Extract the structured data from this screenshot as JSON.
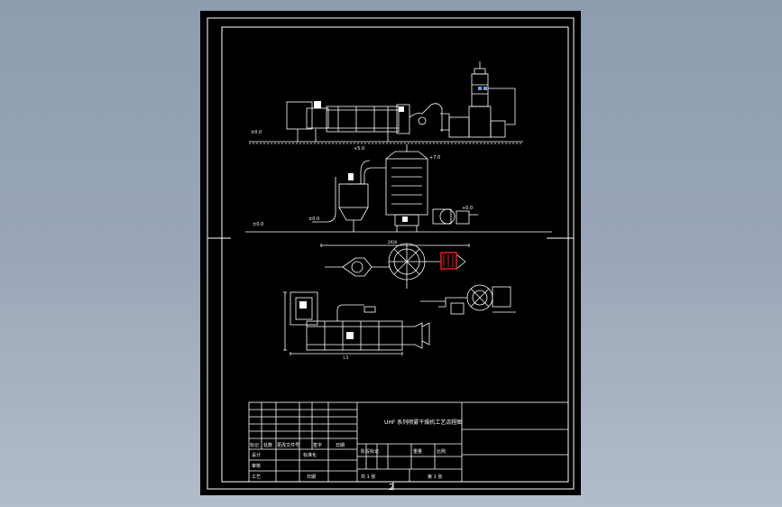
{
  "sheet": {
    "background": "#000000",
    "line_color": "#ffffff",
    "highlight_color": "#e01818",
    "page_number": "2"
  },
  "levels": {
    "left_top": "±0.0",
    "mid_left": "+5.0",
    "mid_right": "+7.0",
    "bottom_left": "±0.0",
    "bottom_mid": "±0.0",
    "right_small": "+0.0"
  },
  "dims": {
    "plan_width": "2930",
    "elev_overall": "1.5"
  },
  "title_block": {
    "drawing_title": "UHF 系列喷雾干燥机工艺流程图",
    "row_headers": [
      "标记",
      "处数",
      "更改文件号",
      "签字",
      "日期"
    ],
    "design_label": "设计",
    "standard_label": "标准化",
    "review_label": "审核",
    "process_label": "工艺",
    "date_label": "日期",
    "stage_label": "阶段标记",
    "weight_label": "重量",
    "scale_label": "比例",
    "sheets_label": "共 1 张",
    "sheet_label": "第 1 张"
  }
}
